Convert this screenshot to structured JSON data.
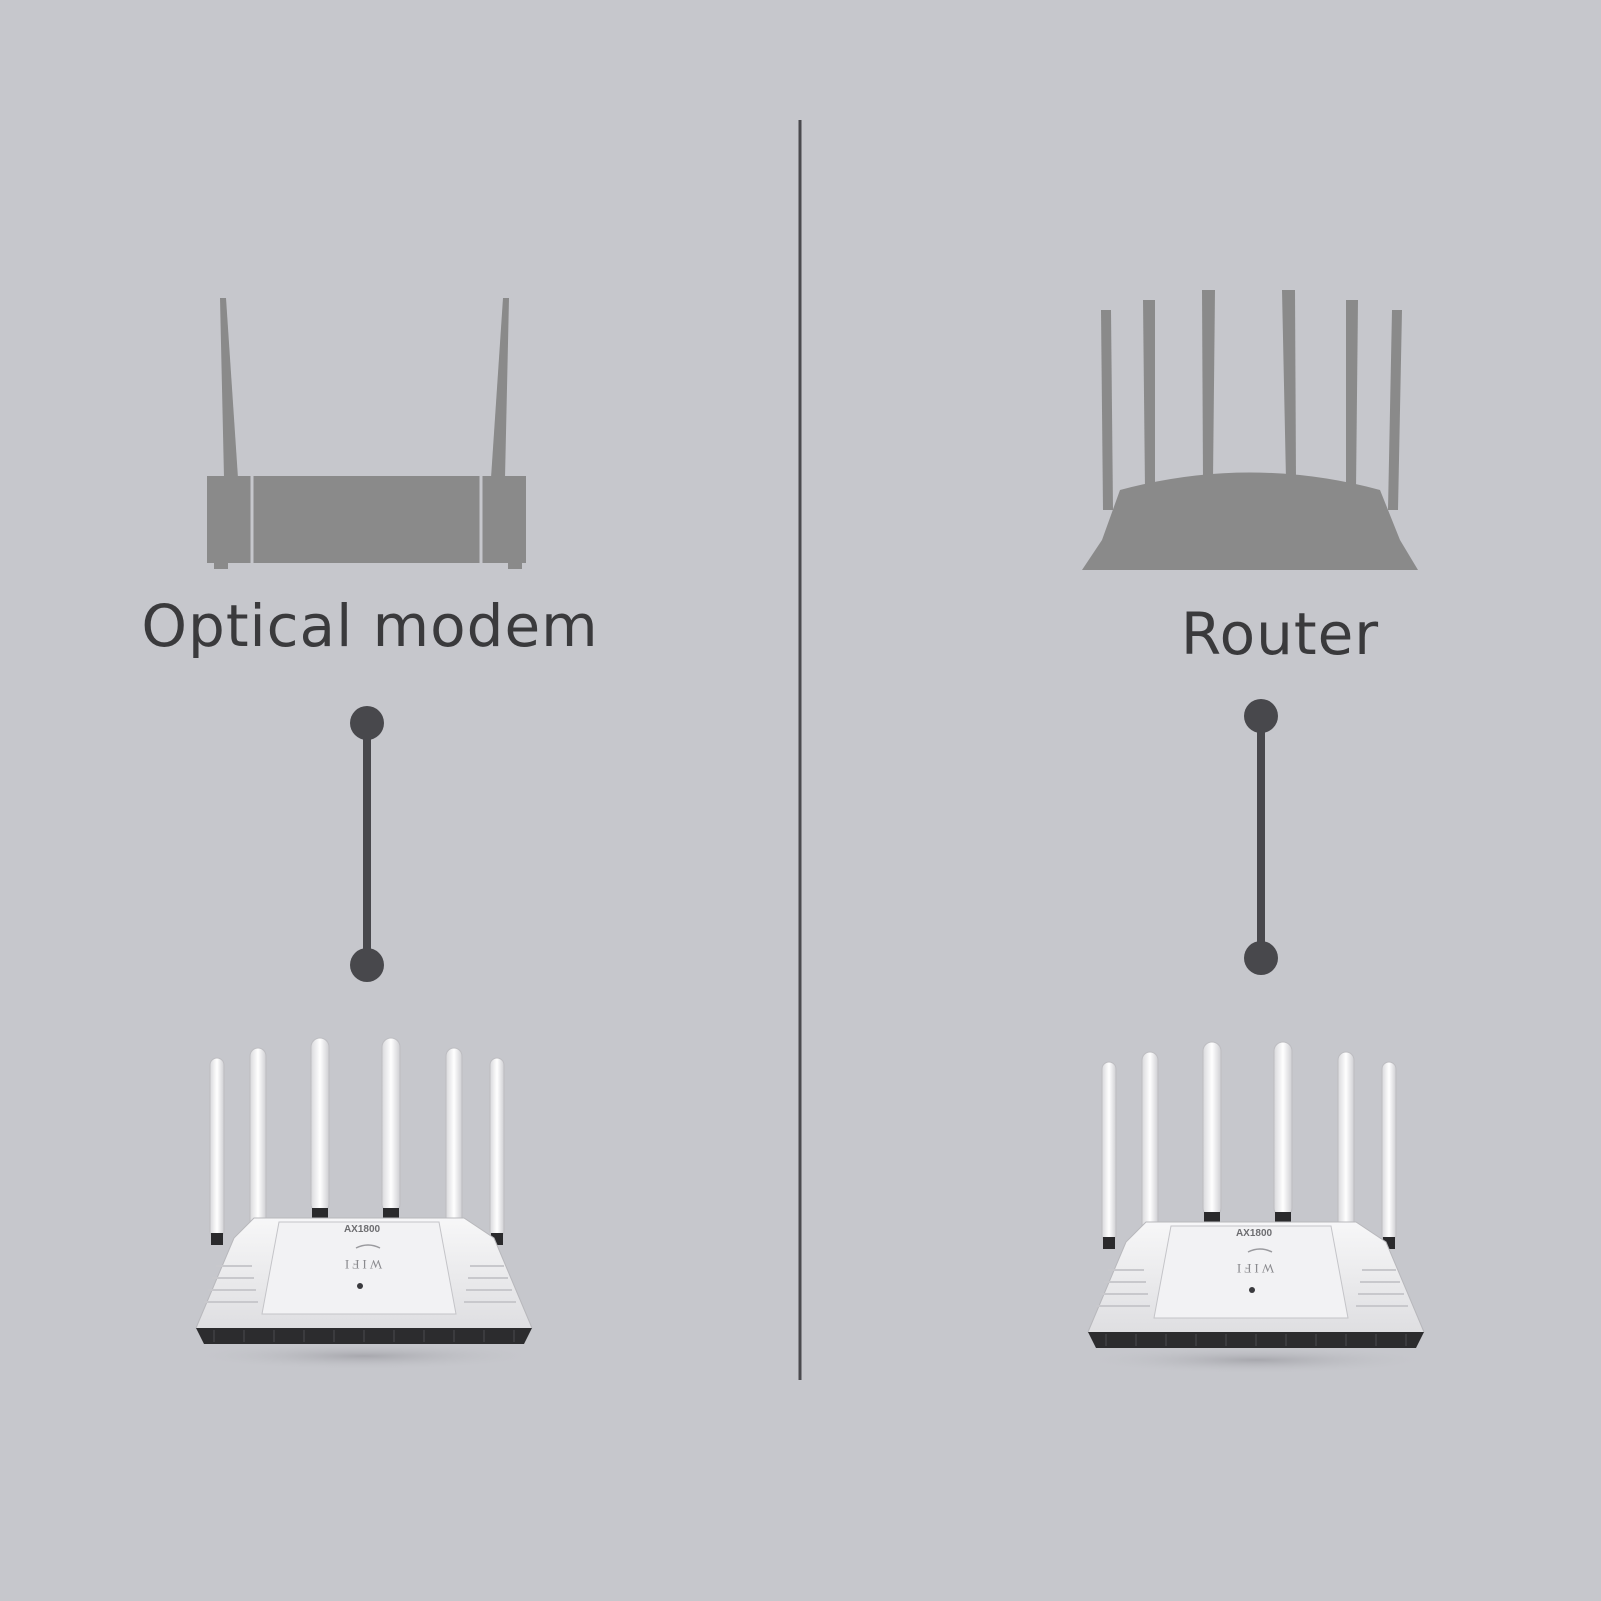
{
  "diagram": {
    "left_panel": {
      "device_label": "Optical modem",
      "device_icon": "optical-modem-icon"
    },
    "right_panel": {
      "device_label": "Router",
      "device_icon": "router-icon"
    },
    "product": {
      "model_text": "AX1800",
      "brand_text": "WIFI"
    }
  },
  "colors": {
    "background": "#c6c7cc",
    "icon_fill": "#8a8a8a",
    "connector": "#48484c",
    "divider": "#4a4a4e",
    "label": "#3a3a3c"
  }
}
